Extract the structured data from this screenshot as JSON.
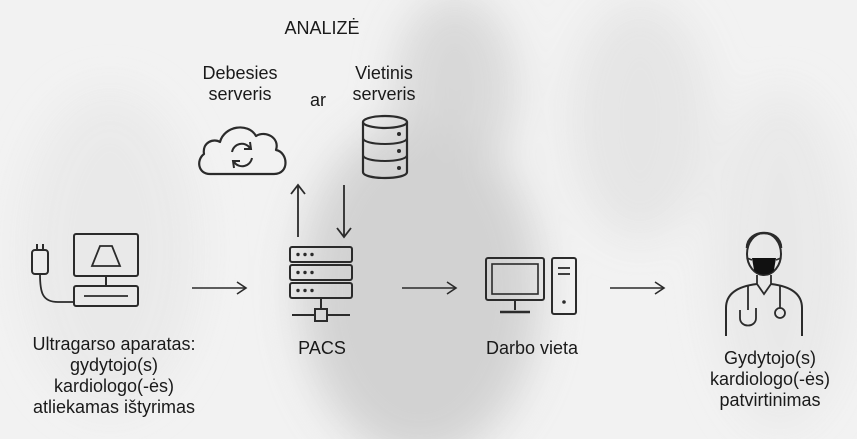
{
  "analysis": {
    "title": "ANALIZĖ",
    "cloud_label": "Debesies\nserveris",
    "or_label": "ar",
    "local_label": "Vietinis\nserveris"
  },
  "flow": [
    {
      "id": "ultrasound",
      "label": "Ultragarso aparatas:\ngydytojo(s)\nkardiologo(-ės)\natliekamas ištyrimas",
      "icon": "ultrasound-machine-icon"
    },
    {
      "id": "pacs",
      "label": "PACS",
      "icon": "server-network-icon"
    },
    {
      "id": "workstation",
      "label": "Darbo vieta",
      "icon": "desktop-computer-icon"
    },
    {
      "id": "doctor",
      "label": "Gydytojo(s)\nkardiologo(-ės)\npatvirtinimas",
      "icon": "doctor-icon"
    }
  ],
  "icons": {
    "cloud": "cloud-sync-icon",
    "database": "database-icon"
  },
  "colors": {
    "line": "#2b2b2b",
    "text": "#1a1a1a"
  }
}
